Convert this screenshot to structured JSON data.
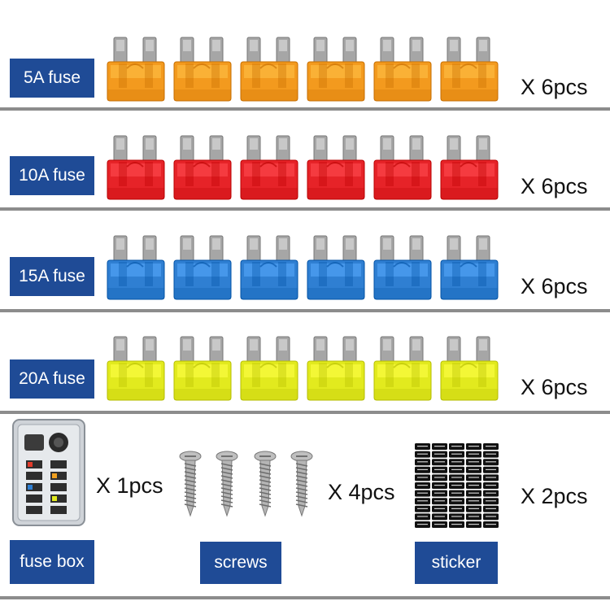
{
  "rows": [
    {
      "label": "5A fuse",
      "qty": "X 6pcs",
      "color": "#f39a1e",
      "count": 6
    },
    {
      "label": "10A fuse",
      "qty": "X 6pcs",
      "color": "#e62328",
      "count": 6
    },
    {
      "label": "15A fuse",
      "qty": "X 6pcs",
      "color": "#2f7fd2",
      "count": 6
    },
    {
      "label": "20A fuse",
      "qty": "X 6pcs",
      "color": "#e2ea1e",
      "count": 6
    }
  ],
  "bottom": {
    "fusebox": {
      "label": "fuse box",
      "qty": "X 1pcs"
    },
    "screws": {
      "label": "screws",
      "qty": "X 4pcs",
      "count": 4
    },
    "sticker": {
      "label": "sticker",
      "qty": "X 2pcs"
    }
  },
  "colors": {
    "label_bg": "#1f4b96",
    "divider": "#8c8c8c"
  }
}
